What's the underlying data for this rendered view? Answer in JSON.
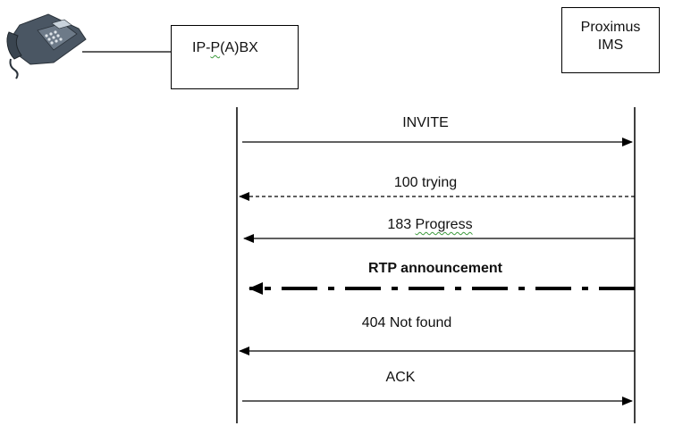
{
  "entities": {
    "pbx": {
      "label_prefix": "IP-",
      "label_marked": "P",
      "label_suffix": "(A)BX"
    },
    "ims": {
      "label_line1": "Proximus",
      "label_line2": "IMS"
    }
  },
  "messages": [
    {
      "label": "INVITE",
      "direction": "to-ims",
      "style": "solid"
    },
    {
      "label": "100 trying",
      "direction": "to-pbx",
      "style": "dashed"
    },
    {
      "label_prefix": "183 ",
      "label_marked": "Progress",
      "direction": "to-pbx",
      "style": "solid"
    },
    {
      "label": "RTP announcement",
      "direction": "to-pbx",
      "style": "dash-dot-thick"
    },
    {
      "label": "404 Not found",
      "direction": "to-pbx",
      "style": "solid"
    },
    {
      "label": "ACK",
      "direction": "to-ims",
      "style": "solid"
    }
  ]
}
